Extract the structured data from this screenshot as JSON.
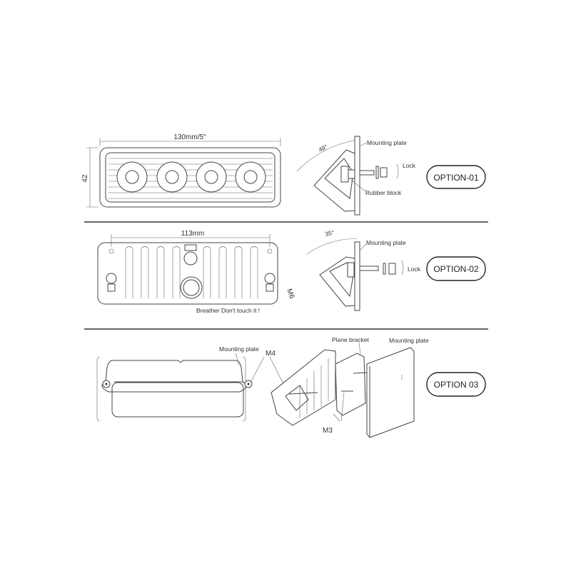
{
  "option1": {
    "width_dim": "130mm/5\"",
    "height_dim": "42",
    "angle": "48°",
    "mounting_plate": "Mounting plate",
    "rubber_block": "Rubber block",
    "lock": "Lock",
    "badge": "OPTION-01"
  },
  "option2": {
    "width_dim": "113mm",
    "breather": "Breather  Don't touch it !",
    "thread": "M6",
    "angle": "35°",
    "mounting_plate": "Mounting plate",
    "lock": "Lock",
    "badge": "OPTION-02"
  },
  "option3": {
    "mounting_plate_left": "Mounting plate",
    "m4": "M4",
    "plane_bracket": "Plane bracket",
    "mounting_plate_right": "Mounting plate",
    "m3": "M3",
    "badge": "OPTION 03"
  }
}
